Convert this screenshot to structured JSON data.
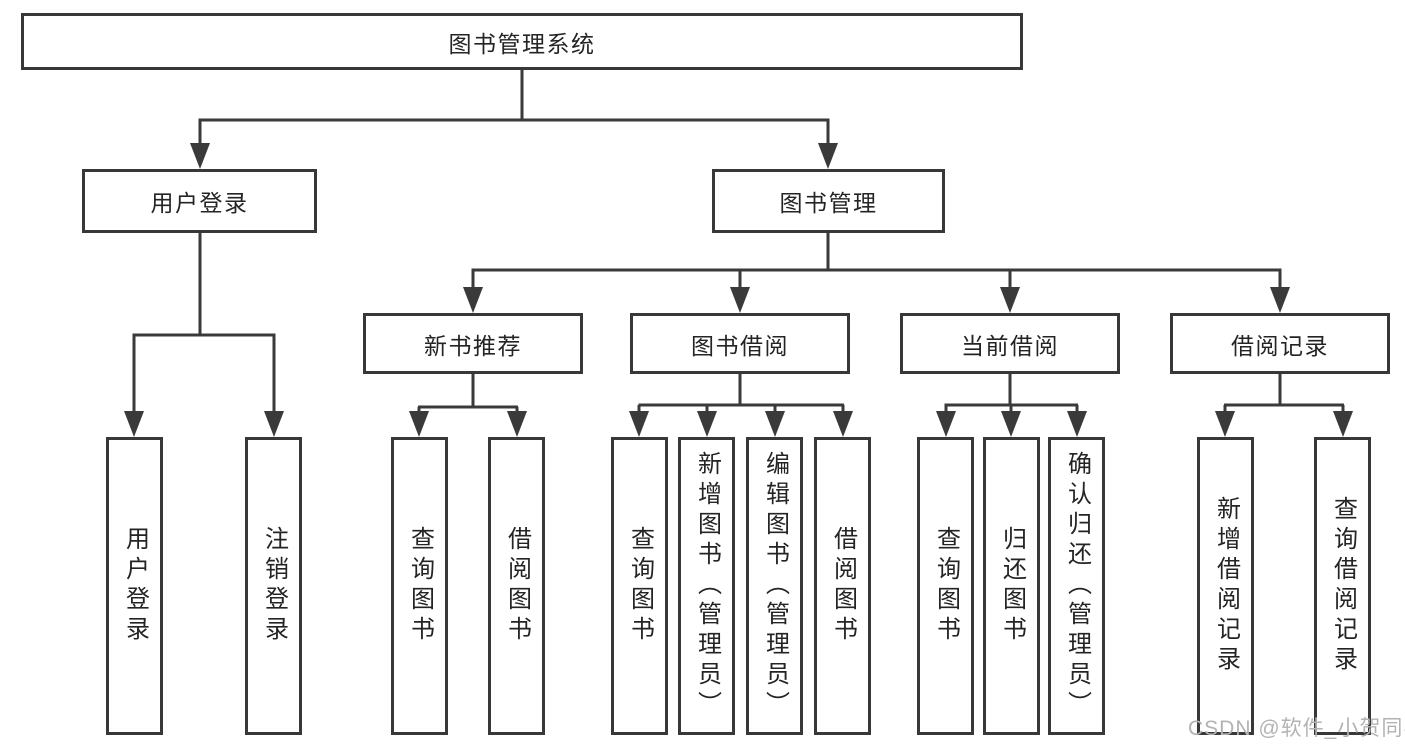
{
  "tree": {
    "root": {
      "label": "图书管理系统"
    },
    "children": [
      {
        "label": "用户登录",
        "children": [
          {
            "label": "用户登录"
          },
          {
            "label": "注销登录"
          }
        ]
      },
      {
        "label": "图书管理",
        "children": [
          {
            "label": "新书推荐",
            "children": [
              {
                "label": "查询图书"
              },
              {
                "label": "借阅图书"
              }
            ]
          },
          {
            "label": "图书借阅",
            "children": [
              {
                "label": "查询图书"
              },
              {
                "label": "新增图书（管理员）"
              },
              {
                "label": "编辑图书（管理员）"
              },
              {
                "label": "借阅图书"
              }
            ]
          },
          {
            "label": "当前借阅",
            "children": [
              {
                "label": "查询图书"
              },
              {
                "label": "归还图书"
              },
              {
                "label": "确认归还（管理员）"
              }
            ]
          },
          {
            "label": "借阅记录",
            "children": [
              {
                "label": "新增借阅记录"
              },
              {
                "label": "查询借阅记录"
              }
            ]
          }
        ]
      }
    ]
  },
  "watermark": {
    "text": "CSDN @软件_小贺同学"
  },
  "colors": {
    "line": "#3a3a3a",
    "box_border": "#383838",
    "text": "#242424",
    "watermark": "#b3b3b3",
    "background": "#ffffff"
  }
}
